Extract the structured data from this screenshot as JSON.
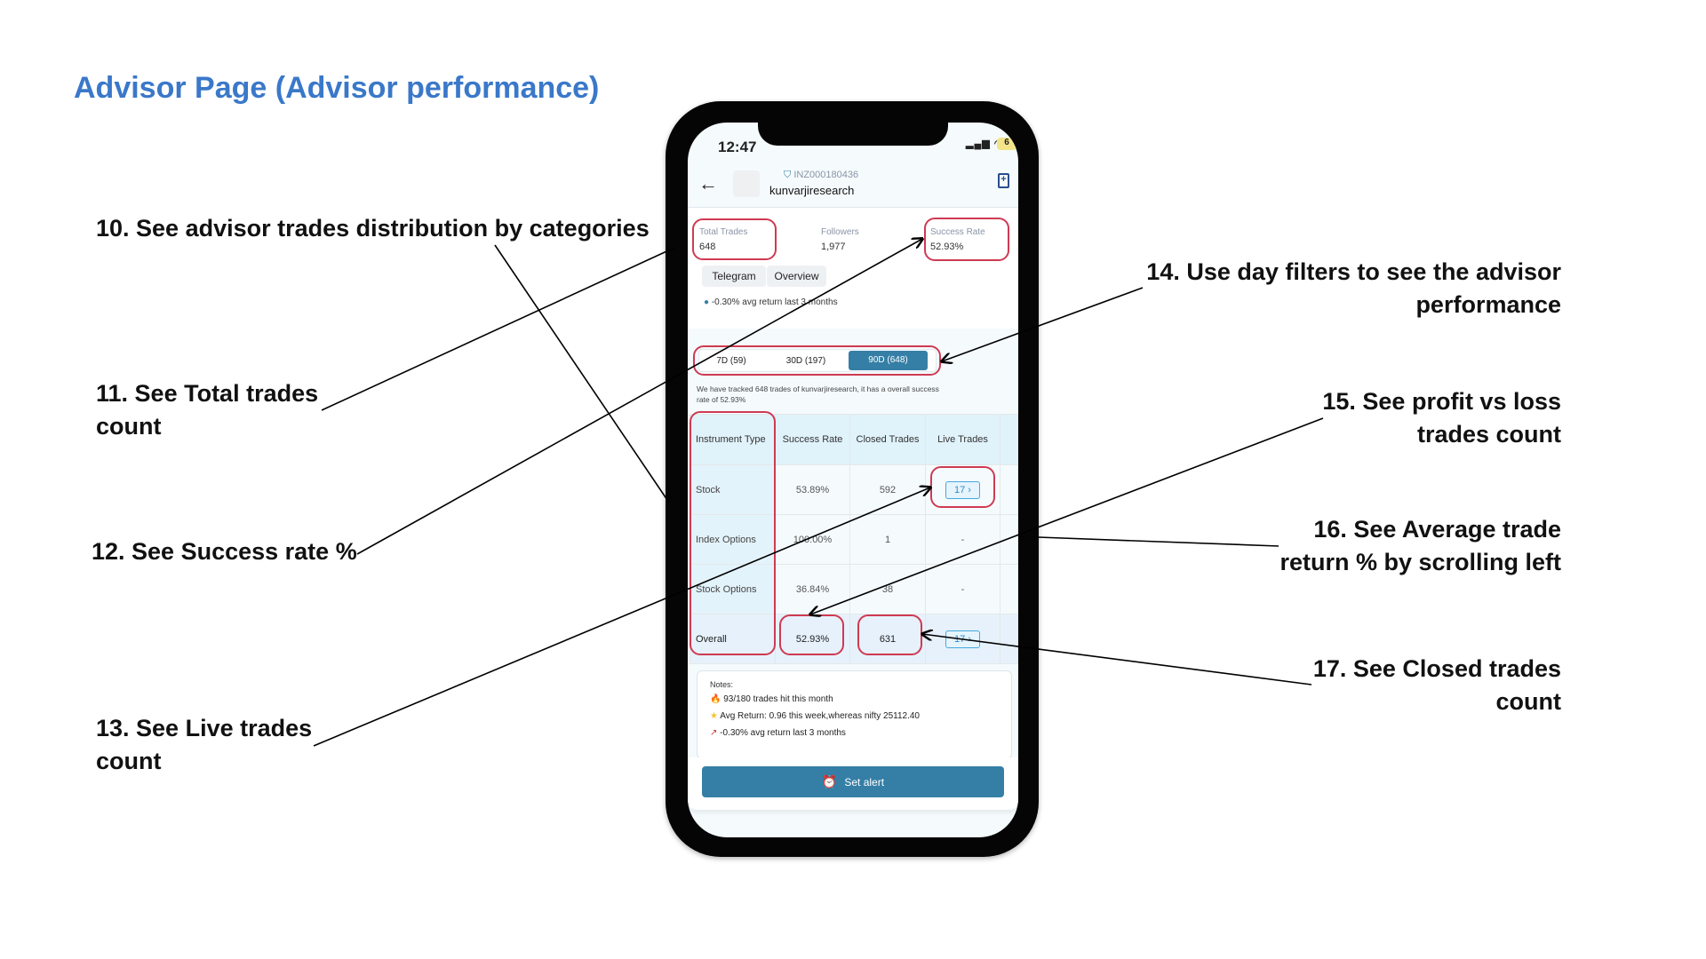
{
  "page_title": "Advisor Page (Advisor performance)",
  "annotations": [
    "10. See advisor trades distribution by categories",
    "11. See Total trades count",
    "12. See Success rate %",
    "13. See Live trades count",
    "14. Use day filters to see the advisor performance",
    "15. See profit vs loss trades count",
    "16. See Average trade return % by scrolling left",
    "17. See Closed trades count"
  ],
  "status_bar": {
    "time": "12:47",
    "battery": "6"
  },
  "advisor": {
    "reg_id": "INZ000180436",
    "name": "kunvarjiresearch"
  },
  "stats": [
    {
      "label": "Total Trades",
      "value": "648"
    },
    {
      "label": "Followers",
      "value": "1,977"
    },
    {
      "label": "Success Rate",
      "value": "52.93%"
    }
  ],
  "tabs": [
    "Telegram",
    "Overview"
  ],
  "avg_return": "-0.30% avg return last 3 months",
  "day_filters": [
    {
      "label": "7D (59)",
      "selected": false
    },
    {
      "label": "30D (197)",
      "selected": false
    },
    {
      "label": "90D (648)",
      "selected": true
    }
  ],
  "tracking_text": "We have tracked 648 trades of kunvarjiresearch, it has a overall success rate of 52.93%",
  "table": {
    "headers": [
      "Instrument Type",
      "Success Rate",
      "Closed Trades",
      "Live Trades"
    ],
    "rows": [
      {
        "type": "Stock",
        "success": "53.89%",
        "closed": "592",
        "live": "17 ›"
      },
      {
        "type": "Index Options",
        "success": "100.00%",
        "closed": "1",
        "live": "-"
      },
      {
        "type": "Stock Options",
        "success": "36.84%",
        "closed": "38",
        "live": "-"
      },
      {
        "type": "Overall",
        "success": "52.93%",
        "closed": "631",
        "live": "17 ›"
      }
    ]
  },
  "notes": {
    "title": "Notes:",
    "items": [
      "93/180 trades hit this month",
      "Avg Return: 0.96 this week,whereas nifty 25112.40",
      "-0.30% avg return last 3 months"
    ]
  },
  "set_alert": "Set alert",
  "colors": {
    "accent": "#357fa6",
    "highlight": "#cf3a52",
    "title": "#3a78c9"
  }
}
